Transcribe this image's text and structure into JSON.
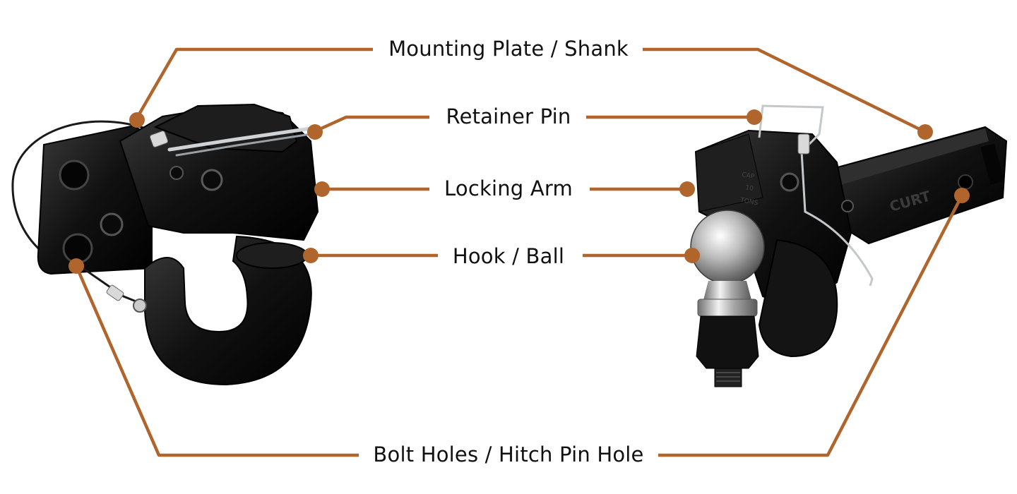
{
  "colors": {
    "leader": "#b0652c",
    "metal_black": "#141414",
    "chrome": "#c9c9c9",
    "text": "#111111"
  },
  "labels": {
    "mounting_plate": "Mounting Plate / Shank",
    "retainer_pin": "Retainer Pin",
    "locking_arm": "Locking Arm",
    "hook_ball": "Hook / Ball",
    "bolt_holes": "Bolt Holes / Hitch Pin Hole"
  },
  "products": {
    "left": "pintle-hook-icon",
    "right": "pintle-ball-combination-icon",
    "right_brand_mark": "CURT"
  }
}
